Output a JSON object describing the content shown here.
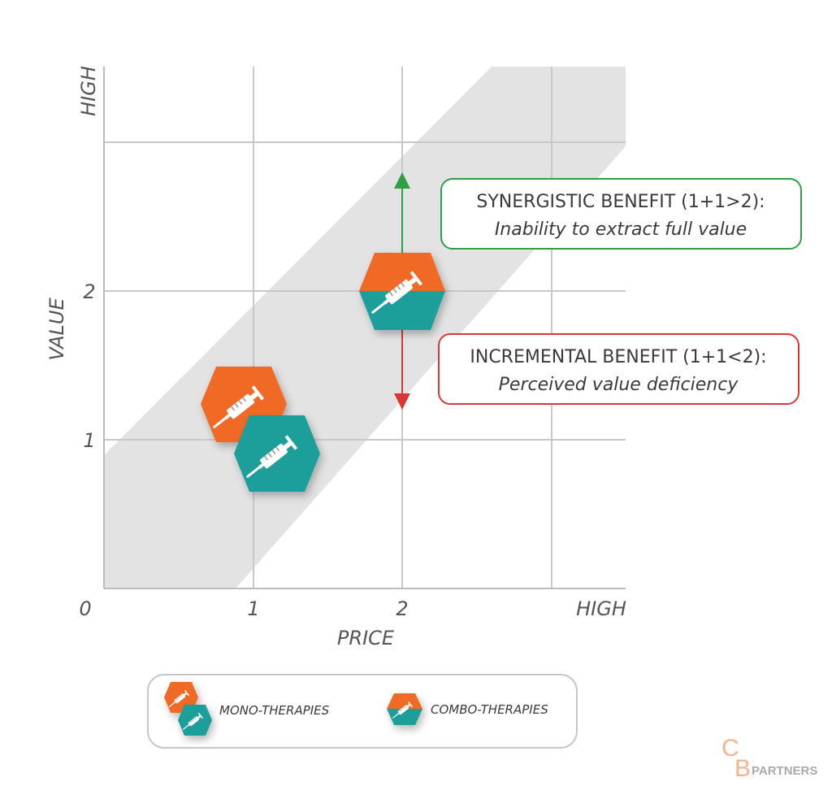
{
  "axes": {
    "x_label": "PRICE",
    "y_label": "VALUE",
    "x_ticks": [
      "0",
      "1",
      "2",
      "HIGH"
    ],
    "y_ticks": [
      "1",
      "2",
      "HIGH"
    ]
  },
  "callouts": {
    "synergistic": {
      "title": "SYNERGISTIC BENEFIT (1+1>2):",
      "subtitle": "Inability to extract full value",
      "color": "#2ea043"
    },
    "incremental": {
      "title": "INCREMENTAL BENEFIT (1+1<2):",
      "subtitle": "Perceived value deficiency",
      "color": "#d93636"
    }
  },
  "legend": {
    "mono": "MONO-THERAPIES",
    "combo": "COMBO-THERAPIES"
  },
  "logo": {
    "letters": "CB",
    "word": "PARTNERS"
  },
  "colors": {
    "orange": "#f06a25",
    "teal": "#1a9e9a",
    "band": "#e3e3e3",
    "grid": "#c8c8c8",
    "up_arrow": "#2ea043",
    "down_arrow": "#d93636"
  },
  "icons": {
    "therapy": "syringe-icon"
  }
}
